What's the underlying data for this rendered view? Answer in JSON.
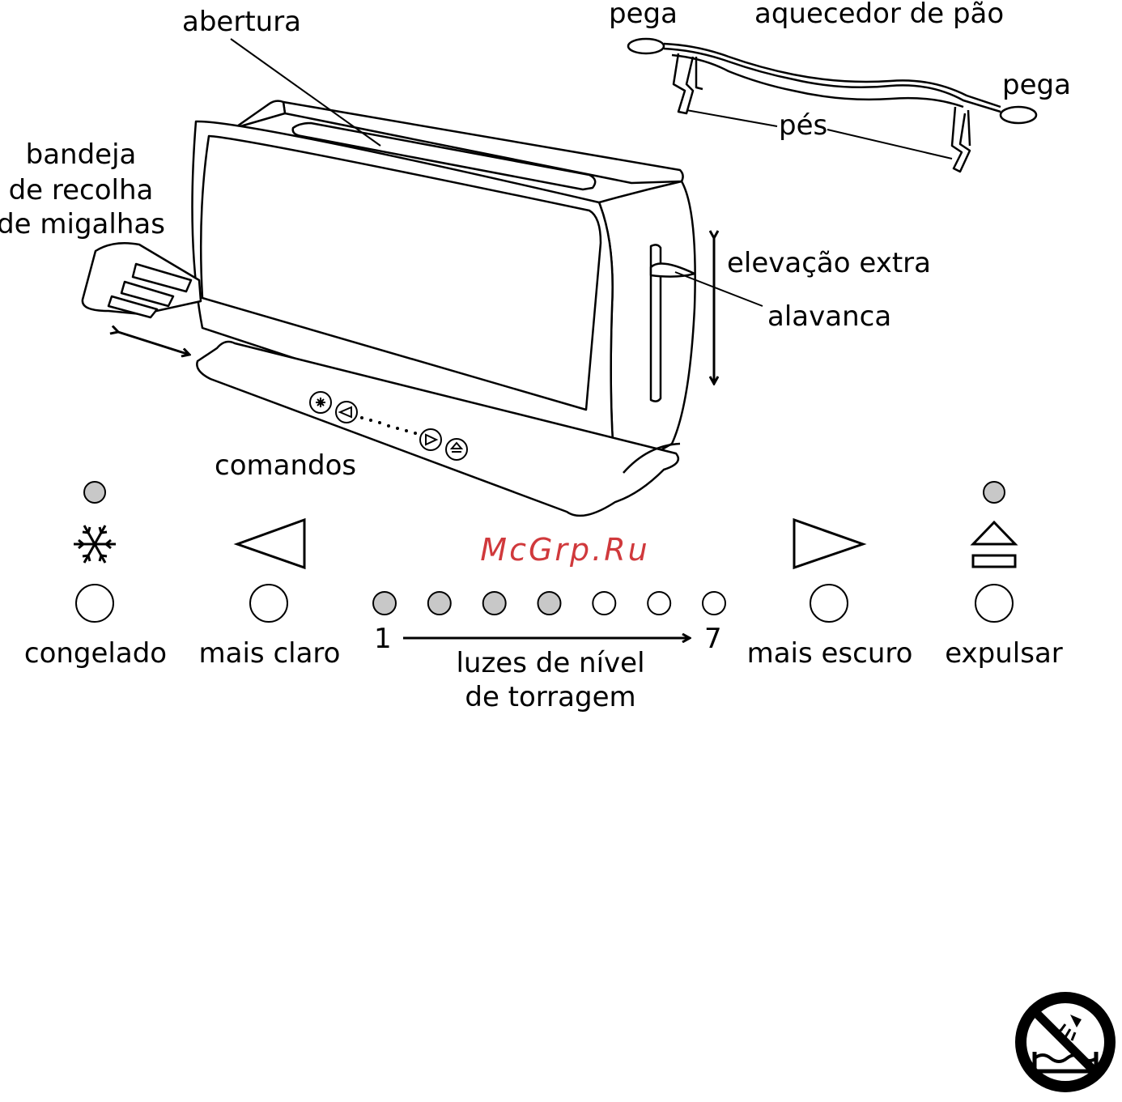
{
  "labels": {
    "abertura": "abertura",
    "pega_left": "pega",
    "aquecedor": "aquecedor de pão",
    "pega_right": "pega",
    "pes": "pés",
    "bandeja_1": "bandeja",
    "bandeja_2": "de recolha",
    "bandeja_3": "de migalhas",
    "elevacao": "elevação extra",
    "alavanca": "alavanca",
    "comandos": "comandos"
  },
  "controls": {
    "congelado": "congelado",
    "mais_claro": "mais claro",
    "mais_escuro": "mais escuro",
    "expulsar": "expulsar",
    "level_start": "1",
    "level_end": "7",
    "levels_caption_1": "luzes de nível",
    "levels_caption_2": "de torragem",
    "level_lights": [
      true,
      true,
      true,
      true,
      false,
      false,
      false
    ]
  },
  "watermark": "McGrp.Ru",
  "colors": {
    "line": "#000000",
    "light_on": "#c8c8c8",
    "light_off": "#ffffff",
    "watermark": "#d0393c"
  },
  "icons": {
    "frozen": "snowflake-icon",
    "lighter": "triangle-left-icon",
    "darker": "triangle-right-icon",
    "eject": "eject-icon",
    "warning": "no-water-immersion-icon"
  }
}
